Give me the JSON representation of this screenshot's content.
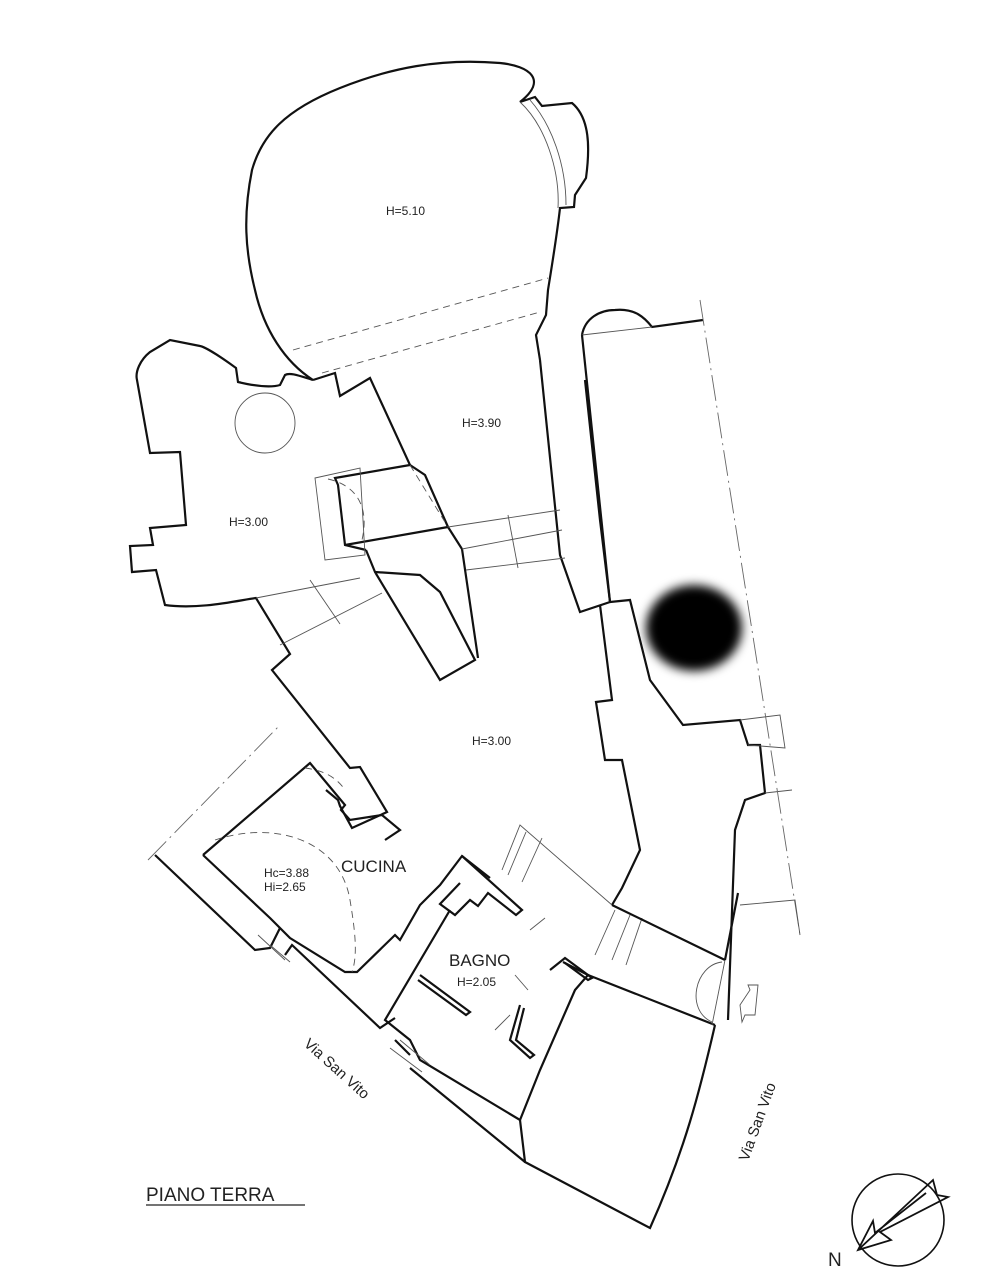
{
  "drawing": {
    "title": "PIANO TERRA",
    "north_label": "N",
    "rooms": [
      {
        "id": "tower",
        "label": "",
        "height": "H=5.10"
      },
      {
        "id": "hall-upper",
        "label": "",
        "height": "H=3.90"
      },
      {
        "id": "west-room",
        "label": "",
        "height": "H=3.00"
      },
      {
        "id": "main-room",
        "label": "",
        "height": "H=3.00"
      },
      {
        "id": "kitchen",
        "label": "CUCINA",
        "height_top": "Hc=3.88",
        "height_bottom": "Hi=2.65"
      },
      {
        "id": "bathroom",
        "label": "BAGNO",
        "height": "H=2.05"
      }
    ],
    "streets": [
      {
        "id": "street-southwest",
        "label": "Via San Vito"
      },
      {
        "id": "street-southeast",
        "label": "Via San Vito"
      }
    ],
    "colors": {
      "wall": "#111111",
      "thin_line": "#555555",
      "background": "#ffffff",
      "redaction": "#000000"
    }
  }
}
